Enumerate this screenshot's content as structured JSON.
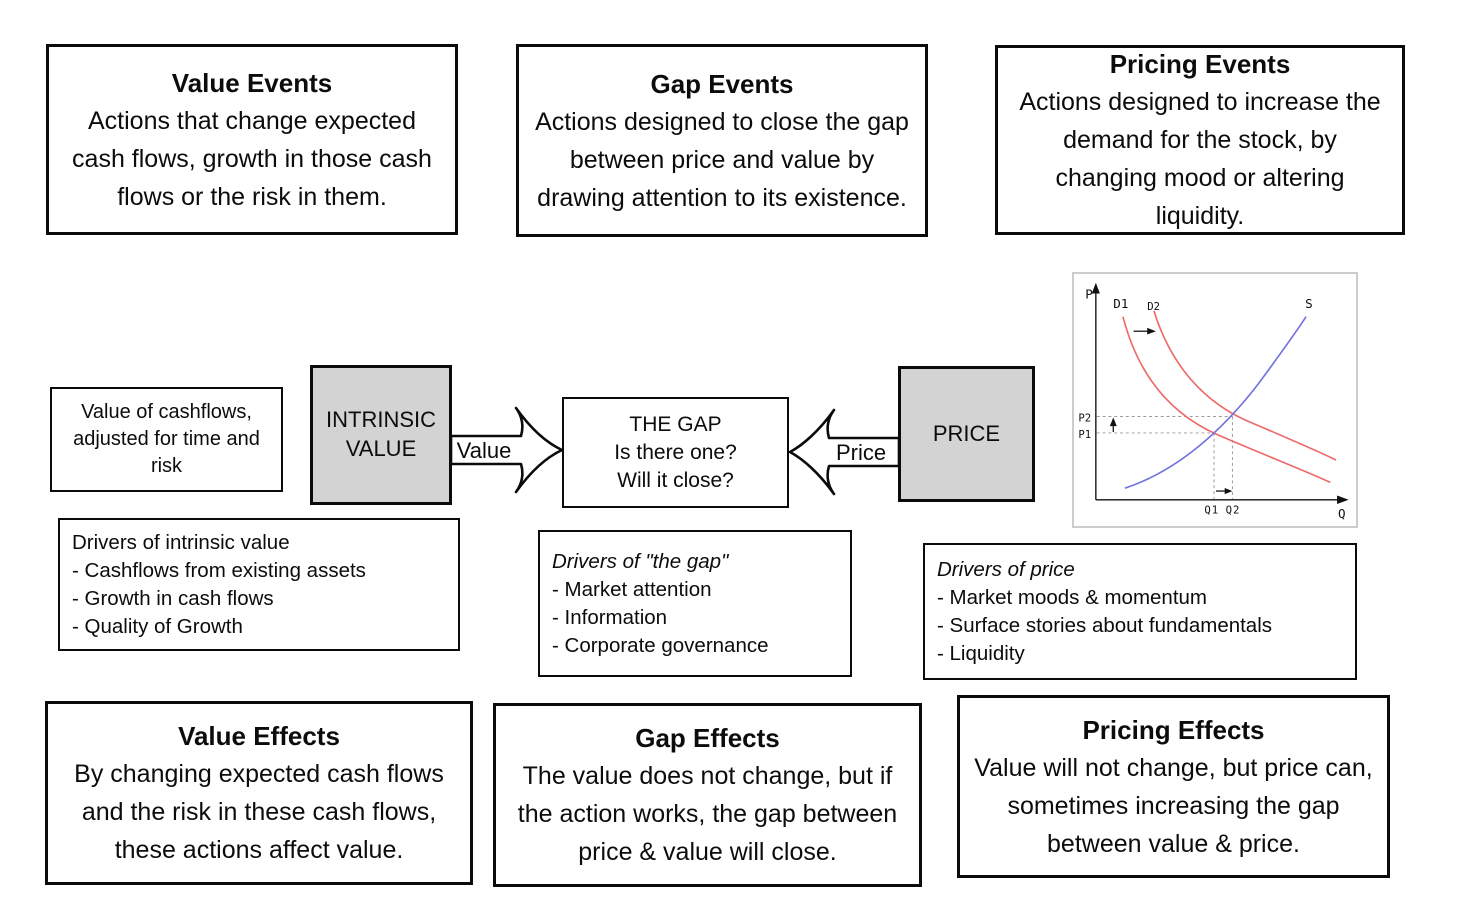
{
  "top_boxes": [
    {
      "title": "Value Events",
      "body": "Actions that change expected cash flows, growth in those cash flows or the risk in them."
    },
    {
      "title": "Gap Events",
      "body": "Actions designed to close the gap between price and value by drawing attention to its existence."
    },
    {
      "title": "Pricing Events",
      "body": "Actions designed to increase the demand for the stock, by changing mood or altering liquidity."
    }
  ],
  "flow": {
    "value_note": "Value of cashflows, adjusted for time and risk",
    "intrinsic_box": "INTRINSIC VALUE",
    "value_arrow": "Value",
    "gap_title": "THE GAP",
    "gap_q1": "Is there one?",
    "gap_q2": "Will it close?",
    "price_arrow": "Price",
    "price_box": "PRICE"
  },
  "drivers": [
    {
      "title": "Drivers of intrinsic value",
      "items": [
        "- Cashflows from existing assets",
        "- Growth in cash flows",
        "- Quality of Growth"
      ]
    },
    {
      "title": "Drivers of \"the gap\"",
      "items": [
        "- Market attention",
        "- Information",
        "- Corporate governance"
      ]
    },
    {
      "title": "Drivers of price",
      "items": [
        "- Market moods & momentum",
        "- Surface stories about fundamentals",
        "- Liquidity"
      ]
    }
  ],
  "bottom_boxes": [
    {
      "title": "Value Effects",
      "body": "By changing expected cash flows and the risk in these cash flows, these actions affect value."
    },
    {
      "title": "Gap Effects",
      "body": "The value does not change, but if the action works, the gap between price & value will close."
    },
    {
      "title": "Pricing Effects",
      "body": "Value will not change, but price can, sometimes increasing the gap between value & price."
    }
  ],
  "chart_data": {
    "type": "line",
    "description": "Supply-demand graph: demand shifts right from D1 to D2, price rises P1 to P2, quantity rises Q1 to Q2",
    "y_axis": "P",
    "x_axis": "Q",
    "curve_d1": "D1",
    "curve_d2": "D2",
    "curve_s": "S",
    "price_hi": "P2",
    "price_lo": "P1",
    "qty_lo": "Q1",
    "qty_hi": "Q2",
    "colors": {
      "demand": "#ee6a6a",
      "supply": "#7373e0",
      "box_fill": "#d3d3d3"
    }
  }
}
